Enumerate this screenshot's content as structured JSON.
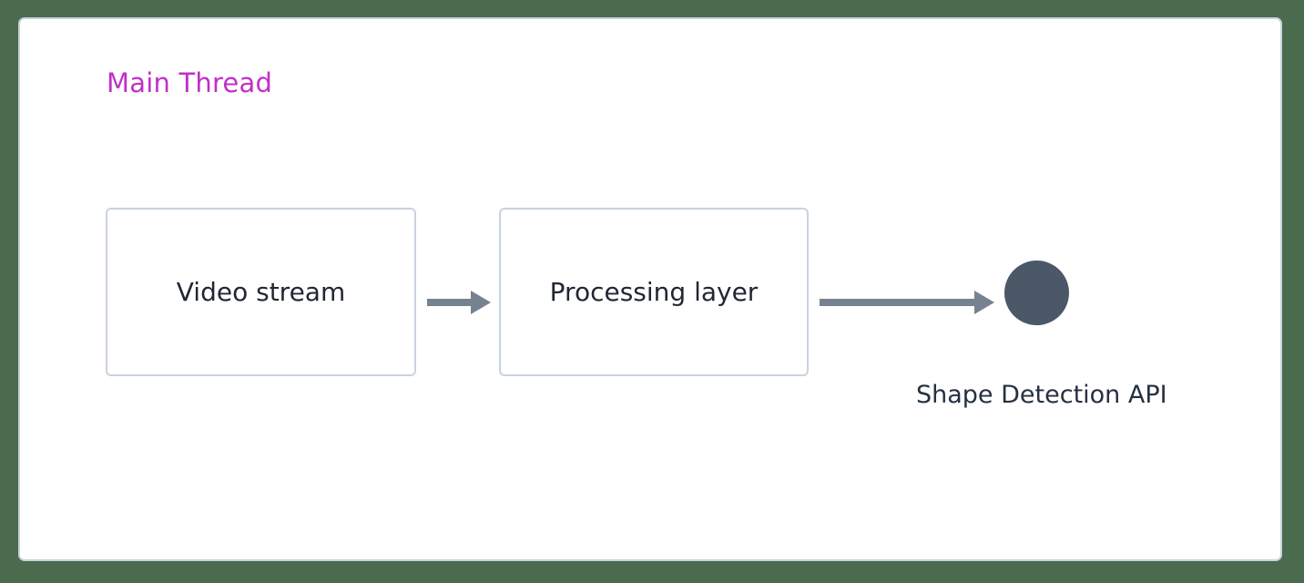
{
  "diagram": {
    "type": "flow-diagram",
    "title": "Main Thread",
    "title_color": "#c030c8",
    "background_color": "#4a6b4e",
    "panel_color": "#ffffff",
    "panel_border_color": "#c8d3de",
    "node_text_color": "#1f2733",
    "arrow_color": "#76828f",
    "circle_color": "#4a5868",
    "nodes": [
      {
        "id": "video-stream",
        "label": "Video stream",
        "shape": "rounded-rect"
      },
      {
        "id": "processing-layer",
        "label": "Processing layer",
        "shape": "rounded-rect"
      },
      {
        "id": "shape-detection-api",
        "label": "Shape Detection API",
        "shape": "circle"
      }
    ],
    "edges": [
      {
        "from": "video-stream",
        "to": "processing-layer",
        "style": "solid-arrow"
      },
      {
        "from": "processing-layer",
        "to": "shape-detection-api",
        "style": "solid-arrow"
      }
    ]
  }
}
